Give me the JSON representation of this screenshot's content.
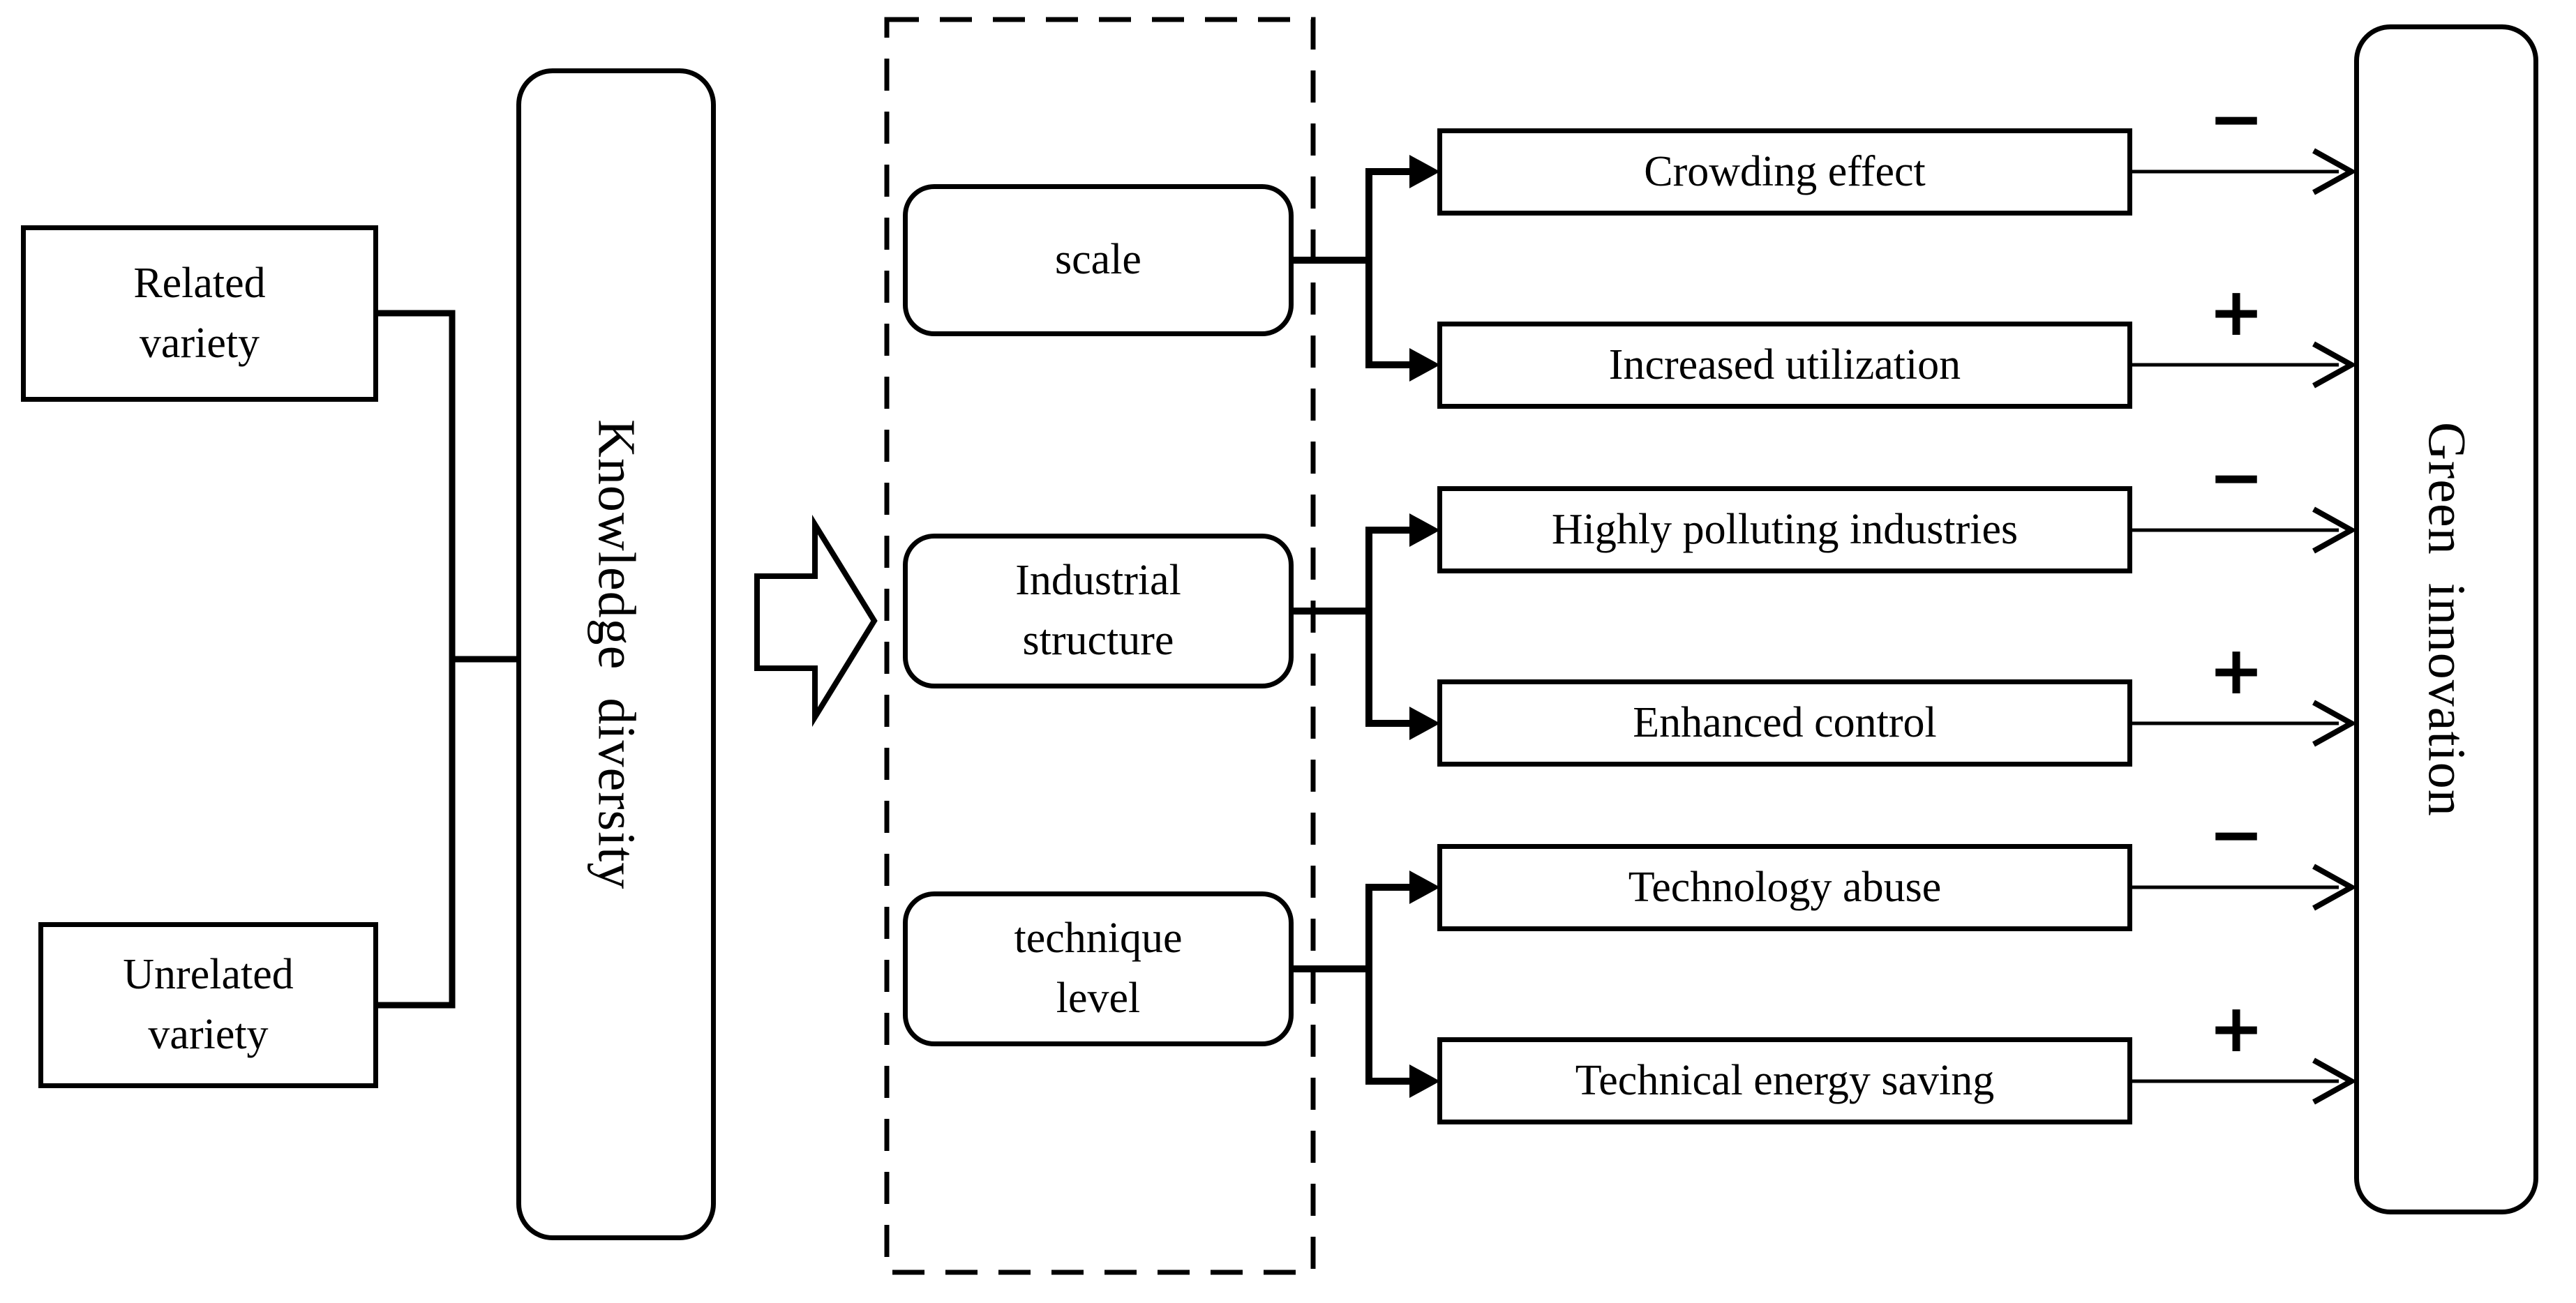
{
  "figure": {
    "inputs": [
      {
        "label": "Related variety"
      },
      {
        "label": "Unrelated variety"
      }
    ],
    "aggregate": {
      "label": "Knowledge  diversity"
    },
    "mediators": [
      {
        "label": "scale"
      },
      {
        "label": "Industrial structure"
      },
      {
        "label": "technique level"
      }
    ],
    "mechanisms": [
      {
        "label": "Crowding effect",
        "sign": "−"
      },
      {
        "label": "Increased utilization",
        "sign": "+"
      },
      {
        "label": "Highly polluting industries",
        "sign": "−"
      },
      {
        "label": "Enhanced control",
        "sign": "+"
      },
      {
        "label": "Technology abuse",
        "sign": "−"
      },
      {
        "label": "Technical energy saving",
        "sign": "+"
      }
    ],
    "outcome": {
      "label": "Green  innovation"
    },
    "colors": {
      "line": "#000000",
      "background": "#ffffff"
    }
  }
}
